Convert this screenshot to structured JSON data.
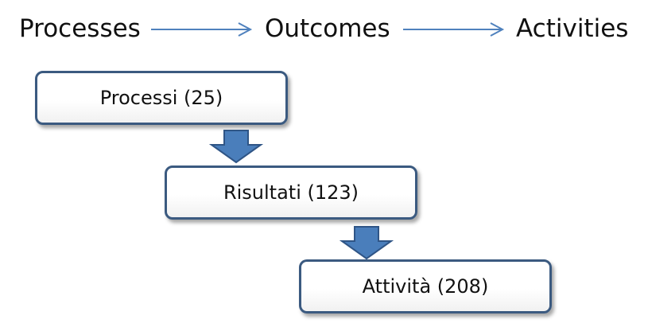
{
  "header": {
    "labels": [
      "Processes",
      "Outcomes",
      "Activities"
    ]
  },
  "steps": [
    {
      "label": "Processi (25)"
    },
    {
      "label": "Risultati (123)"
    },
    {
      "label": "Attività (208)"
    }
  ],
  "colors": {
    "box_border": "#3b5a80",
    "flow_arrow_fill": "#4a7ebb",
    "flow_arrow_stroke": "#2f5586",
    "header_arrow": "#4f81bd",
    "text": "#111111"
  }
}
